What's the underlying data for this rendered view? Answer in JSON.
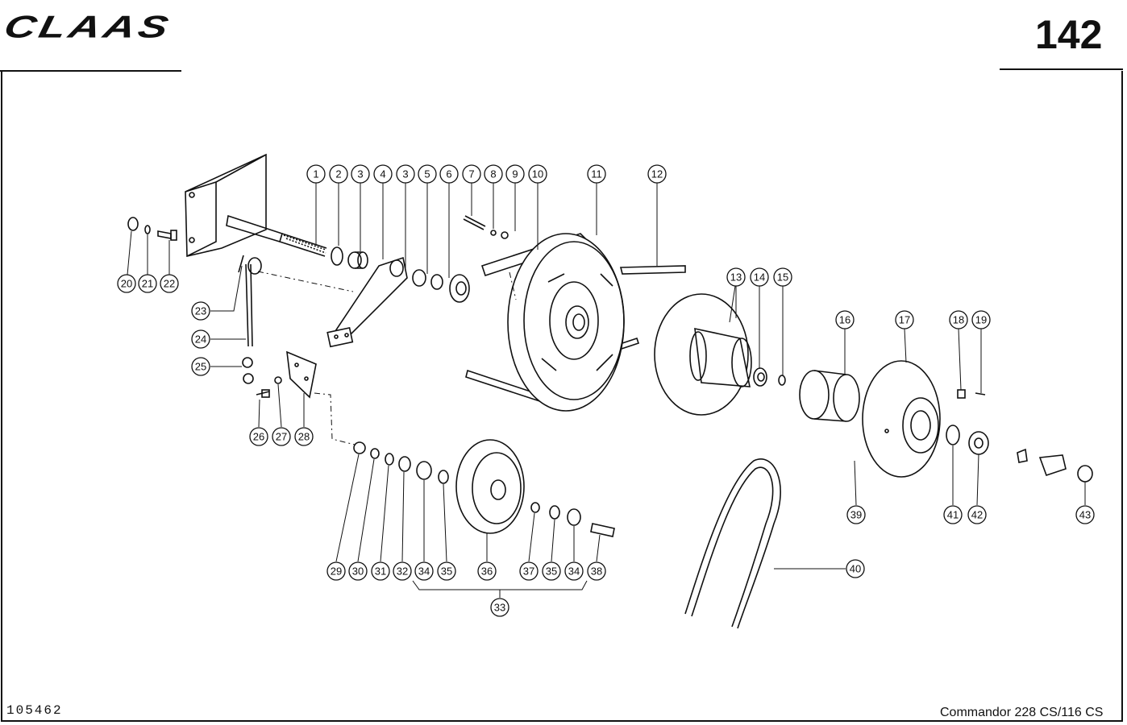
{
  "header": {
    "brand": "CLAAS",
    "page_number": "142"
  },
  "footer": {
    "document_number": "105462",
    "model": "Commandor 228 CS/116 CS"
  },
  "callouts": [
    {
      "label": "1"
    },
    {
      "label": "2"
    },
    {
      "label": "3"
    },
    {
      "label": "4"
    },
    {
      "label": "3"
    },
    {
      "label": "5"
    },
    {
      "label": "6"
    },
    {
      "label": "7"
    },
    {
      "label": "8"
    },
    {
      "label": "9"
    },
    {
      "label": "10"
    },
    {
      "label": "11"
    },
    {
      "label": "12"
    },
    {
      "label": "13"
    },
    {
      "label": "14"
    },
    {
      "label": "15"
    },
    {
      "label": "16"
    },
    {
      "label": "17"
    },
    {
      "label": "18"
    },
    {
      "label": "19"
    },
    {
      "label": "20"
    },
    {
      "label": "21"
    },
    {
      "label": "22"
    },
    {
      "label": "23"
    },
    {
      "label": "24"
    },
    {
      "label": "25"
    },
    {
      "label": "26"
    },
    {
      "label": "27"
    },
    {
      "label": "28"
    },
    {
      "label": "29"
    },
    {
      "label": "30"
    },
    {
      "label": "31"
    },
    {
      "label": "32"
    },
    {
      "label": "34"
    },
    {
      "label": "35"
    },
    {
      "label": "36"
    },
    {
      "label": "37"
    },
    {
      "label": "35"
    },
    {
      "label": "34"
    },
    {
      "label": "38"
    },
    {
      "label": "33"
    },
    {
      "label": "39"
    },
    {
      "label": "40"
    },
    {
      "label": "41"
    },
    {
      "label": "42"
    },
    {
      "label": "43"
    }
  ]
}
